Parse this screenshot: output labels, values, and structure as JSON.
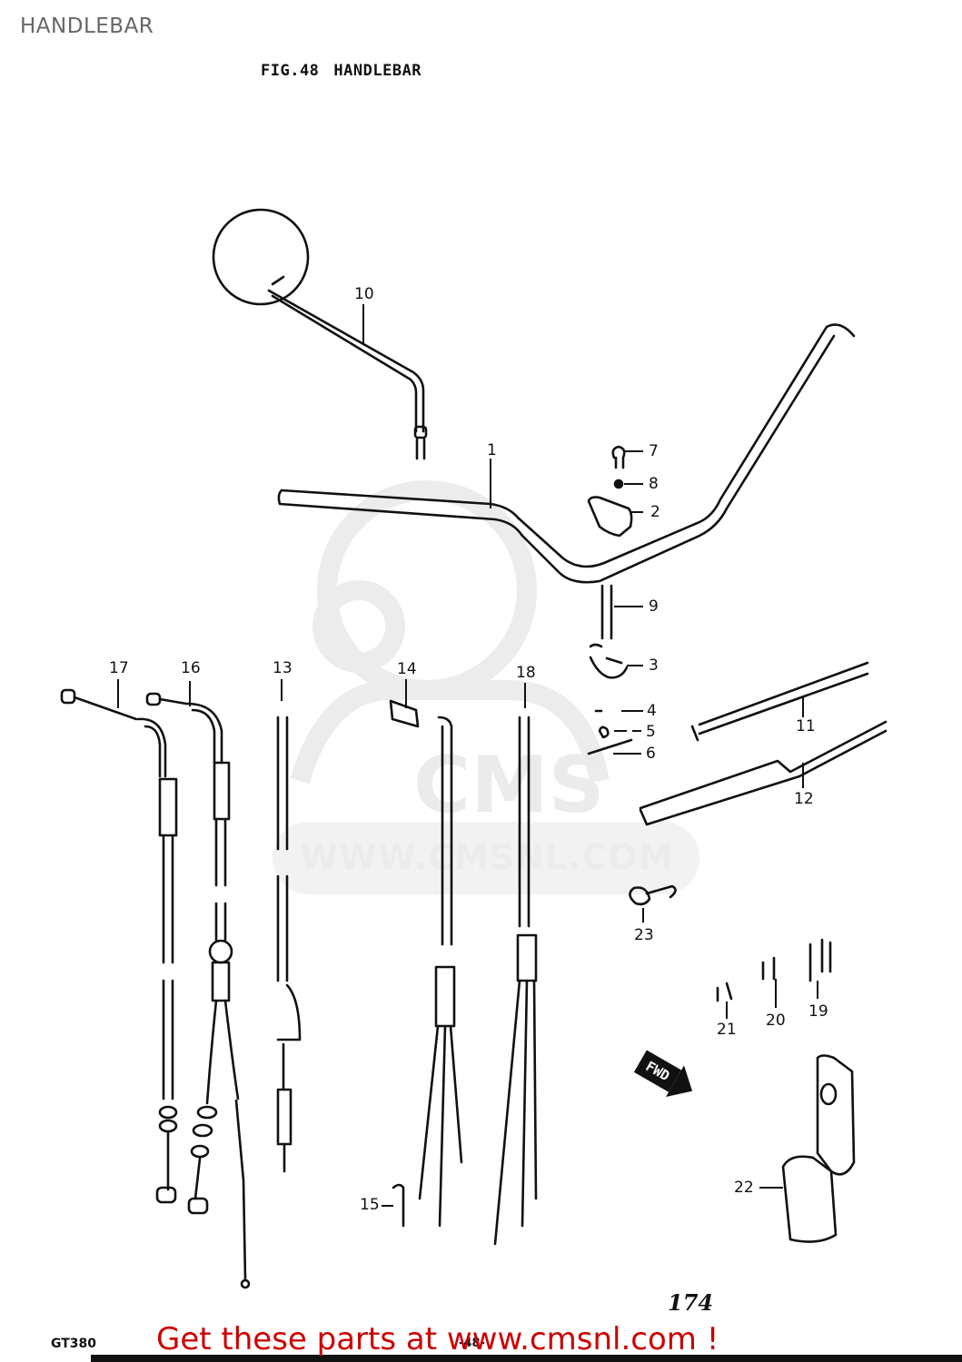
{
  "page": {
    "title": "HANDLEBAR"
  },
  "figure": {
    "number": "FIG.48",
    "title": "HANDLEBAR",
    "page_number": "174",
    "model": "GT380",
    "fig_code": "-48-",
    "fwd_label": "FWD"
  },
  "watermark": {
    "logo": "CMS",
    "url": "WWW.CMSNL.COM"
  },
  "promo": {
    "text": "Get these parts at www.cmsnl.com !",
    "color": "#cc0000"
  },
  "callouts": [
    {
      "ref": "1",
      "part": "handlebar"
    },
    {
      "ref": "2",
      "part": "handlebar-holder-upper"
    },
    {
      "ref": "3",
      "part": "handlebar-holder-lower"
    },
    {
      "ref": "4",
      "part": "washer"
    },
    {
      "ref": "5",
      "part": "nut"
    },
    {
      "ref": "6",
      "part": "cotter-pin"
    },
    {
      "ref": "7",
      "part": "bolt"
    },
    {
      "ref": "8",
      "part": "lock-washer"
    },
    {
      "ref": "9",
      "part": "holder-bolt"
    },
    {
      "ref": "10",
      "part": "mirror"
    },
    {
      "ref": "11",
      "part": "grip-right"
    },
    {
      "ref": "12",
      "part": "grip-left"
    },
    {
      "ref": "13",
      "part": "clutch-cable"
    },
    {
      "ref": "14",
      "part": "cable-adjuster"
    },
    {
      "ref": "15",
      "part": "cable-clamp"
    },
    {
      "ref": "16",
      "part": "throttle-cable"
    },
    {
      "ref": "17",
      "part": "throttle-return-cable"
    },
    {
      "ref": "18",
      "part": "oil-pump-cable"
    },
    {
      "ref": "19",
      "part": "cable-band-long"
    },
    {
      "ref": "20",
      "part": "cable-band-medium"
    },
    {
      "ref": "21",
      "part": "cable-band-short"
    },
    {
      "ref": "22",
      "part": "cable-guide"
    },
    {
      "ref": "23",
      "part": "wire-clamp"
    }
  ]
}
